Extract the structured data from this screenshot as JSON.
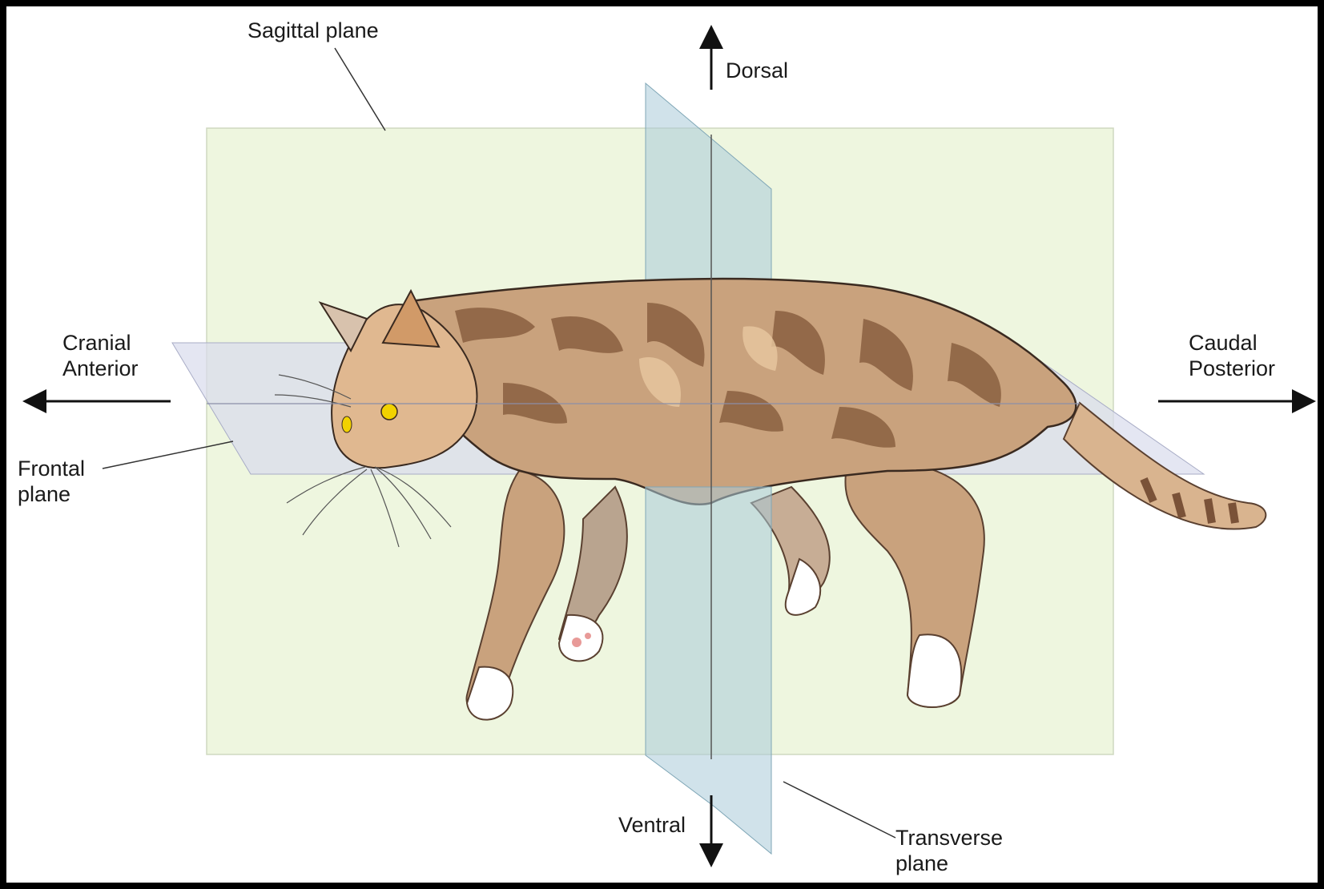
{
  "labels": {
    "sagittal": "Sagittal plane",
    "dorsal": "Dorsal",
    "ventral": "Ventral",
    "cranial": "Cranial",
    "anterior": "Anterior",
    "caudal": "Caudal",
    "posterior": "Posterior",
    "frontal_1": "Frontal",
    "frontal_2": "plane",
    "transverse_1": "Transverse",
    "transverse_2": "plane"
  },
  "colors": {
    "frame_border": "#000000",
    "sagittal_plane": "#eef6df",
    "frontal_plane": "#d9dced",
    "transverse_plane": "#a9cbd8",
    "cat_fur": "#c9a27d",
    "cat_stripes": "#8a6040",
    "cat_light": "#e8c8a0",
    "paw": "#ffffff",
    "eye": "#f2d200"
  },
  "icons": {
    "arrow": "arrow-icon",
    "cat": "cat-illustration"
  }
}
